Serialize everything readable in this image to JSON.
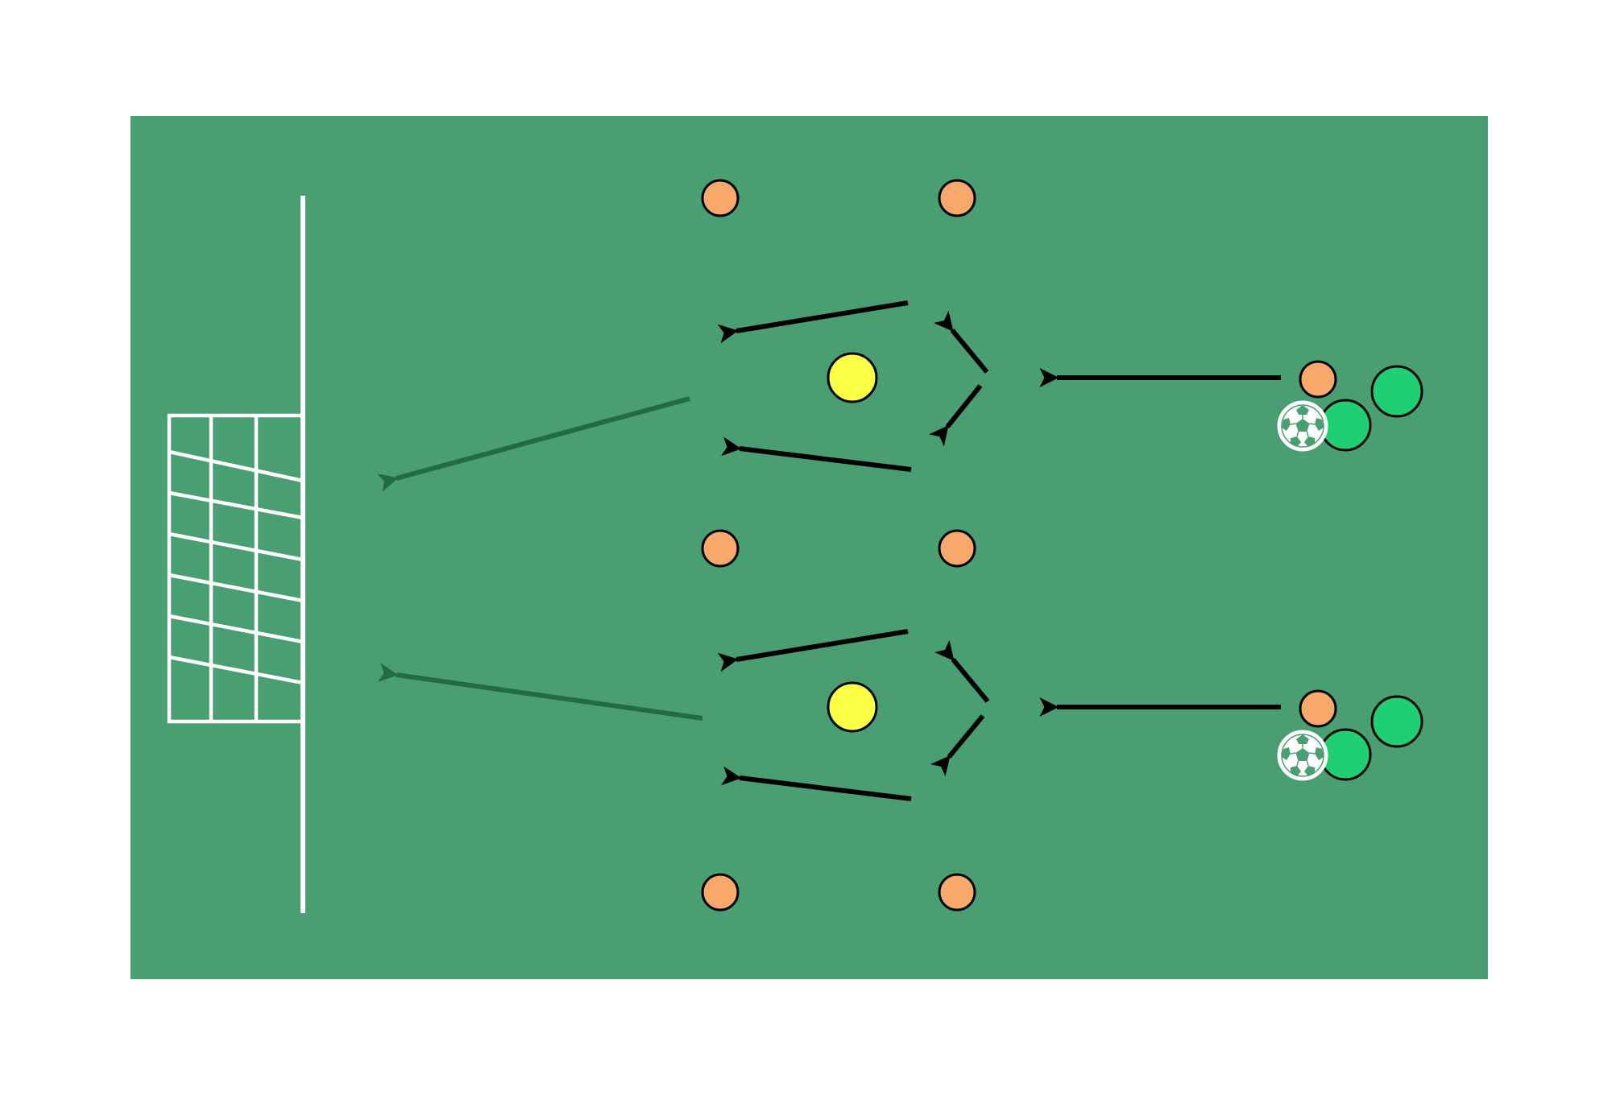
{
  "diagram": {
    "colors": {
      "background": "#ffffff",
      "pitch": "#4a9f72",
      "pitch_lines": "#ffffff",
      "cone": "#f7a86a",
      "mannequin": "#fbff45",
      "player": "#1ecf73",
      "run_arrow": "#000000",
      "shot_arrow": "#236b45",
      "ball_panels": "#4a9f72"
    },
    "elements": {
      "goal": "goal-net",
      "cones": "cone-marker",
      "mannequins": "mannequin-marker",
      "players": "player-marker",
      "balls": "soccer-ball-icon",
      "runs": "dribble-arrow",
      "shots": "shot-arrow"
    }
  }
}
